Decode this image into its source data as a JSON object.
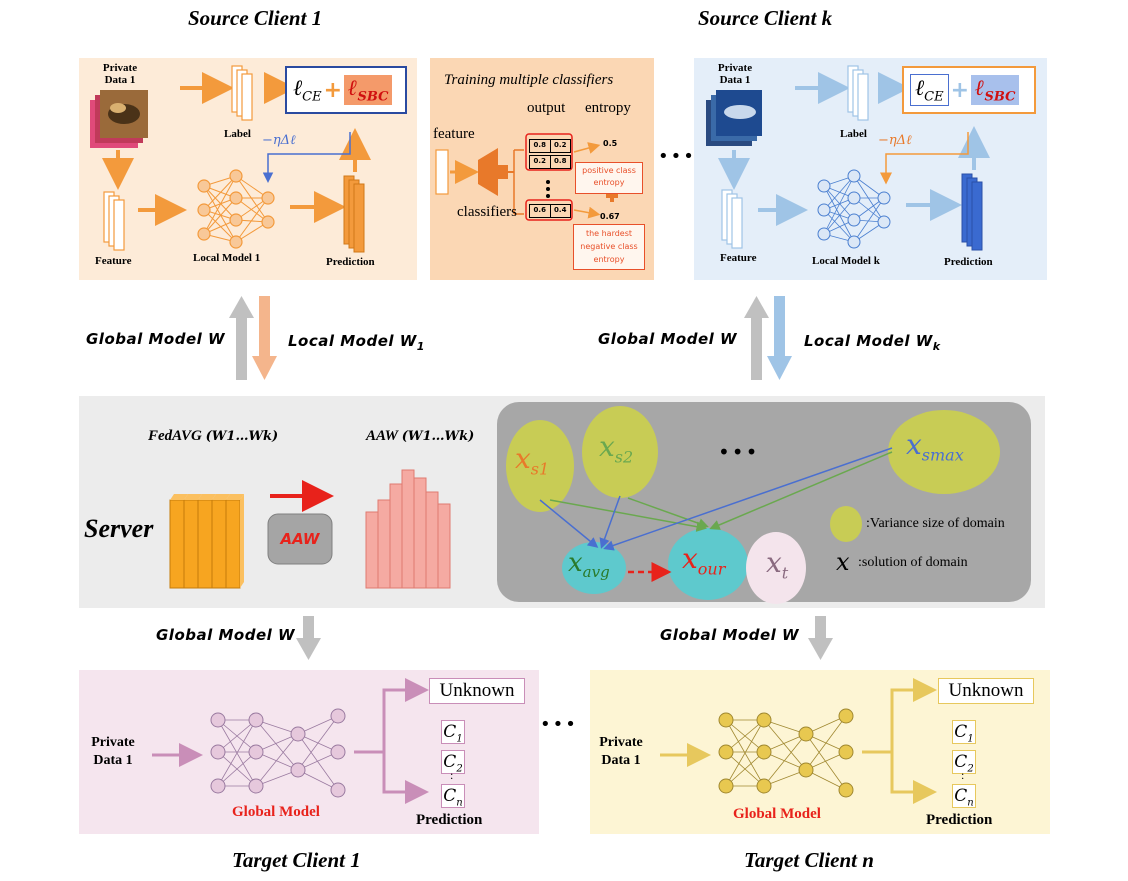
{
  "titles": {
    "source1": "Source Client 1",
    "sourcek": "Source Client k",
    "target1": "Target Client 1",
    "targetn": "Target Client n"
  },
  "source1": {
    "private_data": "Private Data 1",
    "label": "Label",
    "feature": "Feature",
    "local_model": "Local Model 1",
    "prediction": "Prediction",
    "grad": "−ηΔℓ",
    "loss_ce": "ℓ",
    "loss_ce_sub": "CE",
    "loss_sbc": "ℓ",
    "loss_sbc_sub": "SBC"
  },
  "training": {
    "title": "Training multiple classifiers",
    "feature": "feature",
    "output": "output",
    "entropy": "entropy",
    "classifiers": "classifiers",
    "row1": [
      "0.8",
      "0.2"
    ],
    "row2": [
      "0.2",
      "0.8"
    ],
    "row3": [
      "0.6",
      "0.4"
    ],
    "val1": "0.5",
    "val2": "0.67",
    "pos_entropy": "positive class entropy",
    "neg_entropy": "the hardest negative class entropy"
  },
  "sourcek": {
    "private_data": "Private Data 1",
    "label": "Label",
    "feature": "Feature",
    "local_model": "Local Model k",
    "prediction": "Prediction",
    "grad": "−ηΔℓ"
  },
  "arrows": {
    "global_left": "Global Model W",
    "local_left": "Local Model W",
    "local_left_sub": "1",
    "global_right": "Global Model W",
    "local_right": "Local Model W",
    "local_right_sub": "k",
    "global_down_left": "Global Model W",
    "global_down_right": "Global Model W"
  },
  "server": {
    "label": "Server",
    "fedavg": "FedAVG",
    "fedavg_args": "(W1…Wk)",
    "aaw": "AAW",
    "aaw_args": "(W1…Wk)",
    "aaw_box": "AAW",
    "xs1": "x",
    "xs1_sub": "s1",
    "xs2": "x",
    "xs2_sub": "s2",
    "xsmax": "x",
    "xsmax_sub": "smax",
    "xavg": "x",
    "xavg_sub": "avg",
    "xour": "x",
    "xour_sub": "our",
    "xt": "x",
    "xt_sub": "t",
    "legend_variance": ":Variance size of domain",
    "legend_x": "x",
    "legend_solution": ":solution of domain",
    "dots": "•••"
  },
  "target1": {
    "private_data": "Private Data 1",
    "global_model": "Global Model",
    "unknown": "Unknown",
    "c1": "C",
    "c1_sub": "1",
    "c2": "C",
    "c2_sub": "2",
    "cn": "C",
    "cn_sub": "n",
    "colon": ":",
    "prediction": "Prediction"
  },
  "targetn": {
    "private_data": "Private Data 1",
    "global_model": "Global Model",
    "unknown": "Unknown",
    "c1": "C",
    "c1_sub": "1",
    "c2": "C",
    "c2_sub": "2",
    "cn": "C",
    "cn_sub": "n",
    "colon": ":",
    "prediction": "Prediction"
  },
  "dots": {
    "top": "•••",
    "bottom": "•••"
  },
  "colors": {
    "orange": "#f39a3c",
    "blue_light": "#9fc4e6",
    "blue_dark": "#4a7fd0",
    "red": "#e8221b",
    "gray": "#c0c0c0",
    "pink": "#c98eb8",
    "gold": "#e7c85d"
  }
}
